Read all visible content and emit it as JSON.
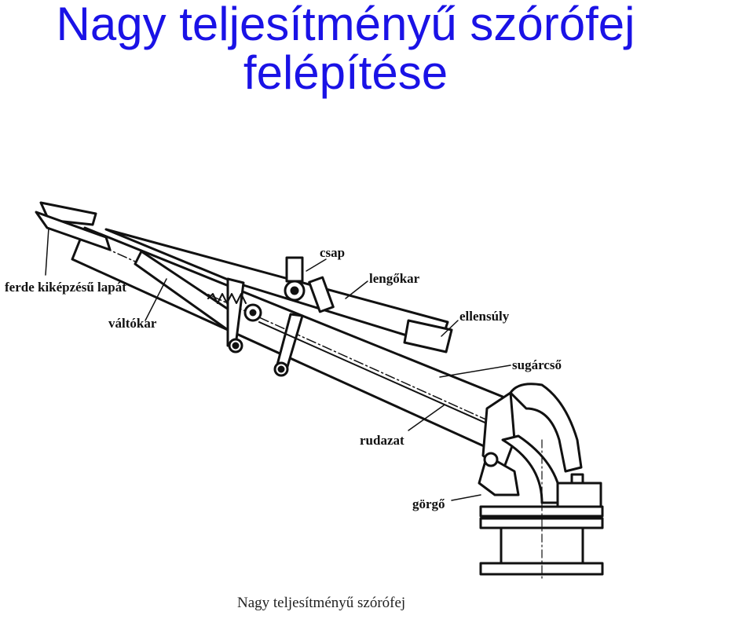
{
  "title": {
    "line1": "Nagy teljesítményű szórófej",
    "line2": "felépítése"
  },
  "labels": {
    "ferde_lapat": "ferde kiképzésű lapát",
    "valtokar": "váltókar",
    "csap": "csap",
    "lengokar": "lengőkar",
    "ellensuly": "ellensúly",
    "sugarcso": "sugárcső",
    "rudazat": "rudazat",
    "gorgo": "görgő"
  },
  "caption": "Nagy teljesítményű szórófej",
  "colors": {
    "title": "#1a12e6",
    "ink": "#111111"
  }
}
